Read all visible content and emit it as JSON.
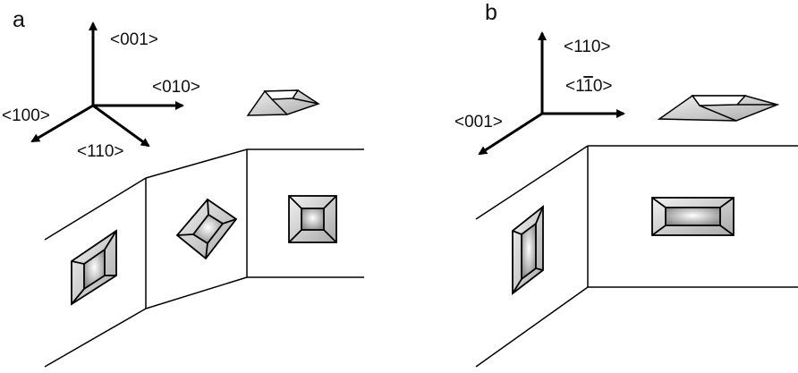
{
  "panels": [
    {
      "label": "a",
      "axes": [
        "<001>",
        "<010>",
        "<100>",
        "<110>"
      ]
    },
    {
      "label": "b",
      "axes": [
        "<110>",
        "<1",
        "1",
        "0>",
        "<001>"
      ]
    }
  ],
  "colors": {
    "line": "#000000",
    "pit_outer": "#bdbdbd",
    "pit_inner_light": "#ffffff",
    "pit_inner_dark": "#8c8c8c",
    "background": "#ffffff"
  }
}
